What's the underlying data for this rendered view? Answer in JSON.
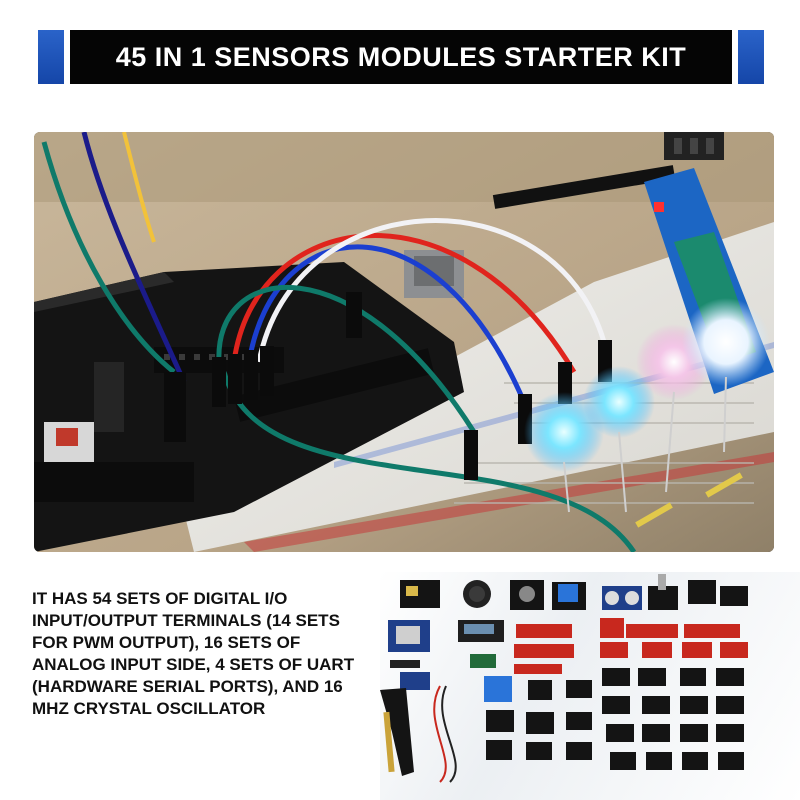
{
  "banner": {
    "title": "45 IN 1 SENSORS MODULES STARTER KIT",
    "accent_color": "#1f55b8",
    "background_color": "#050505"
  },
  "description": {
    "text": "IT HAS 54 SETS OF DIGITAL I/O INPUT/OUTPUT TERMINALS (14 SETS FOR PWM OUTPUT), 16 SETS OF ANALOG INPUT SIDE, 4 SETS OF UART (HARDWARE SERIAL PORTS), AND 16 MHZ CRYSTAL OSCILLATOR"
  },
  "images": {
    "hero_photo": "arduino-board-breadboard-leds-photo",
    "product_photo": "sensor-modules-collection-photo"
  },
  "colors": {
    "pcb_black": "#141414",
    "module_red": "#c8281e",
    "module_blue": "#1f3f8a",
    "wire_red": "#e0241d",
    "wire_blue": "#1b3fd0",
    "wire_green": "#0f7a6a",
    "wire_white": "#f2f2f5"
  }
}
